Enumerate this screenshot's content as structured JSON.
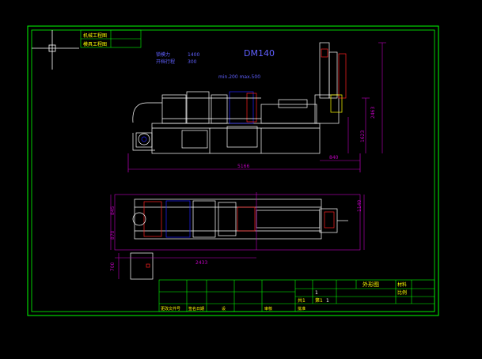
{
  "colors": {
    "background": "#000000",
    "border": "#00ff00",
    "title_text": "#6060ff",
    "dimension": "#c000c0",
    "machine": "#ffffff",
    "machine_blue": "#2020ff",
    "machine_red": "#ff2020",
    "yellow": "#ffff00"
  },
  "drawing": {
    "title": "DM140",
    "spec_line_1_label": "锁模力",
    "spec_line_1_value": "1400",
    "spec_line_2_label": "开档行程",
    "spec_line_2_value": "300",
    "mold_thickness": "min.200  max.500"
  },
  "dimensions": {
    "side_length": "5166",
    "side_height": "2463",
    "side_height_2": "1623",
    "side_offset": "840",
    "top_length": "2433",
    "top_width_left": "845",
    "top_width_right": "1140",
    "top_depth": "870",
    "box_height": "700"
  },
  "corner_table": {
    "row1": "机械工程图",
    "row2": "模具工程图"
  },
  "title_block": {
    "drawing_name": "外形图",
    "material_label": "材料",
    "scale_label": "比例",
    "sheet_label": "共1",
    "page_label": "第1",
    "count_1": "1",
    "count_2": "1",
    "signature_row": [
      "更改文件号",
      "签名日期",
      "设",
      "审核",
      "批准"
    ]
  }
}
